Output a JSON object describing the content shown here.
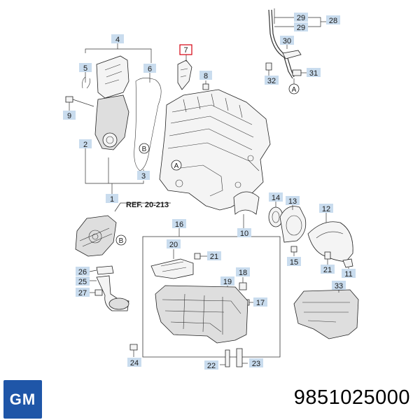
{
  "ref_label": "REF. 20-213",
  "brand_logo": "GM",
  "part_number": "9851025000",
  "callouts": {
    "c1": "1",
    "c2": "2",
    "c3": "3",
    "c4": "4",
    "c5": "5",
    "c6": "6",
    "c7": "7",
    "c8": "8",
    "c9": "9",
    "c10": "10",
    "c11": "11",
    "c12": "12",
    "c13": "13",
    "c14": "14",
    "c15": "15",
    "c16": "16",
    "c17": "17",
    "c18": "18",
    "c19": "19",
    "c20": "20",
    "c21a": "21",
    "c21b": "21",
    "c22": "22",
    "c23": "23",
    "c24": "24",
    "c25": "25",
    "c26": "26",
    "c27": "27",
    "c28": "28",
    "c29a": "29",
    "c29b": "29",
    "c30": "30",
    "c31": "31",
    "c32": "32",
    "c33": "33"
  },
  "markers": {
    "a_top": "A",
    "a_engine": "A",
    "b_engine": "B",
    "b_pump": "B"
  },
  "colors": {
    "callout_fill": "#c9dcee",
    "highlight_border": "#d4000f",
    "brand_blue": "#1f56a8"
  }
}
